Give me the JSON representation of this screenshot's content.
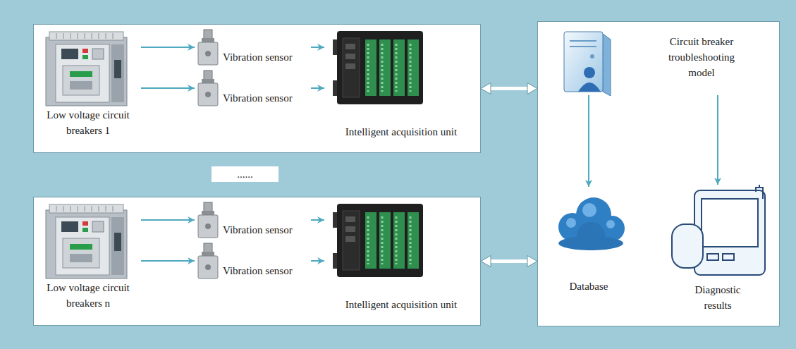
{
  "diagram": {
    "nodes": [
      {
        "text": []
      },
      {
        "text": [
          "Low voltage circuit breakers 1"
        ],
        "in": 0
      },
      {
        "text": [
          "Vibration sensor"
        ],
        "in": 0
      },
      {
        "text": [
          "Vibration sensor"
        ],
        "in": 0
      },
      {
        "text": [
          "Intelligent acquisition unit"
        ],
        "in": 0
      },
      {
        "text": [
          "......"
        ]
      },
      {
        "text": []
      },
      {
        "text": [
          "Low voltage circuit breakers n"
        ],
        "in": 6
      },
      {
        "text": [
          "Vibration sensor"
        ],
        "in": 6
      },
      {
        "text": [
          "Vibration sensor"
        ],
        "in": 6
      },
      {
        "text": [
          "Intelligent acquisition unit"
        ],
        "in": 6
      },
      {
        "text": []
      },
      {
        "text": [
          "Circuit breaker troubleshooting model"
        ],
        "in": 11
      },
      {
        "text": [
          "Database"
        ],
        "in": 11
      },
      {
        "text": [
          "Diagnostic results"
        ],
        "in": 11
      }
    ],
    "edges": [
      {
        "from": 1,
        "to": 2,
        "arrow": "to"
      },
      {
        "from": 1,
        "to": 3,
        "arrow": "to"
      },
      {
        "from": 2,
        "to": 4,
        "arrow": "to"
      },
      {
        "from": 3,
        "to": 4,
        "arrow": "to"
      },
      {
        "from": 7,
        "to": 8,
        "arrow": "to"
      },
      {
        "from": 7,
        "to": 9,
        "arrow": "to"
      },
      {
        "from": 8,
        "to": 10,
        "arrow": "to"
      },
      {
        "from": 9,
        "to": 10,
        "arrow": "to"
      },
      {
        "from": 0,
        "to": 11,
        "arrow": "both"
      },
      {
        "from": 6,
        "to": 11,
        "arrow": "both"
      },
      {
        "from": 12,
        "to": 13,
        "arrow": "to"
      },
      {
        "from": 12,
        "to": 14,
        "arrow": "to"
      }
    ]
  }
}
